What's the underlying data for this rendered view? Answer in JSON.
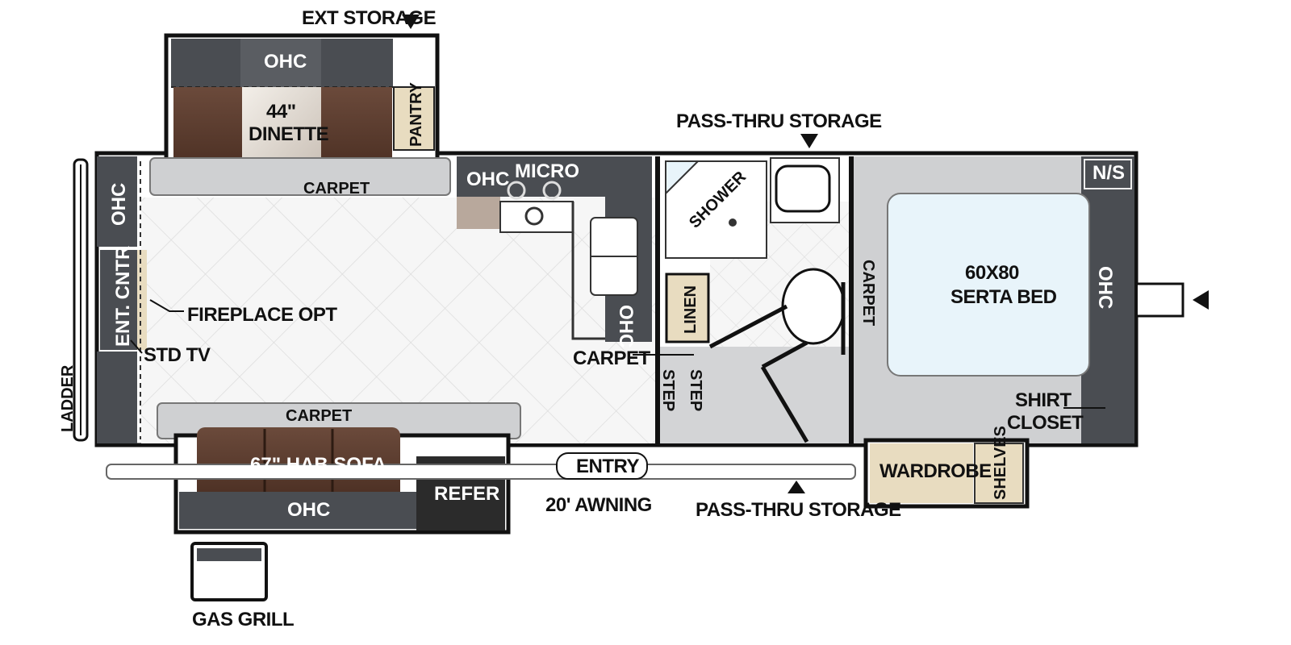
{
  "floorplan": {
    "labels": {
      "ext_storage": "EXT STORAGE",
      "ohc_top": "OHC",
      "dinette_size": "44\"",
      "dinette": "DINETTE",
      "pantry": "PANTRY",
      "carpet_dinette": "CARPET",
      "ohc_kitchen": "OHC",
      "micro": "MICRO",
      "pass_thru_top": "PASS-THRU STORAGE",
      "shower": "SHOWER",
      "ns": "N/S",
      "ohc_front_left": "OHC",
      "ent_cntr": "ENT. CNTR",
      "fireplace_opt": "FIREPLACE OPT",
      "std_tv": "STD TV",
      "ladder": "LADDER",
      "ohc_island": "OHC",
      "linen": "LINEN",
      "carpet_step": "CARPET",
      "step_1": "STEP",
      "step_2": "STEP",
      "carpet_bed": "CARPET",
      "bed_size": "60X80",
      "bed_name": "SERTA BED",
      "ohc_bed": "OHC",
      "shirt": "SHIRT",
      "closet": "CLOSET",
      "carpet_sofa": "CARPET",
      "sofa": "67\" HAB SOFA",
      "ohc_sofa": "OHC",
      "refer": "REFER",
      "entry": "ENTRY",
      "awning": "20' AWNING",
      "pass_thru_bottom": "PASS-THRU STORAGE",
      "wardrobe": "WARDROBE",
      "shelves": "SHELVES",
      "gas_grill": "GAS GRILL"
    },
    "colors": {
      "wall": "#111111",
      "dark_cabinet": "#4a4d52",
      "carpet": "#cfd0d2",
      "floor": "#f4f4f4",
      "brown_seat": "#5a3a2c",
      "cream": "#e8dcc0",
      "bed": "#e8f4fa",
      "refer": "#2b2b2b"
    }
  }
}
